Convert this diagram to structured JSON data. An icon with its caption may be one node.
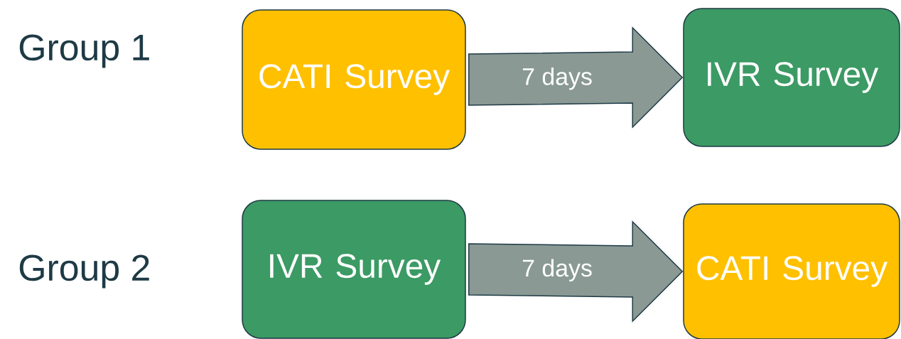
{
  "diagram": {
    "nodes": [
      {
        "text": [
          "CATI Survey"
        ]
      },
      {
        "text": [
          "IVR Survey"
        ]
      },
      {
        "text": [
          "IVR Survey"
        ]
      },
      {
        "text": [
          "CATI Survey"
        ]
      }
    ],
    "edges": [
      {
        "from": 0,
        "to": 1,
        "arrow": "to",
        "label": "7 days"
      },
      {
        "from": 2,
        "to": 3,
        "arrow": "to",
        "label": "7 days"
      }
    ],
    "labels": [
      "Group 1",
      "Group 2"
    ]
  }
}
